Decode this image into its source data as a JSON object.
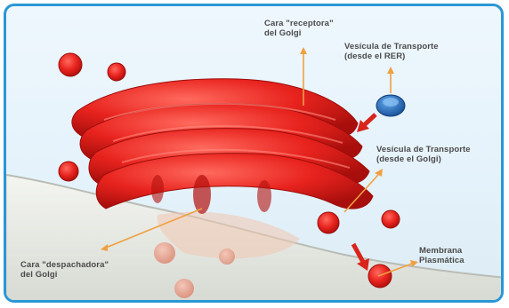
{
  "labels": {
    "receptora": {
      "line1": "Cara \"receptora\"",
      "line2": "del Golgi"
    },
    "vesicula_rer": {
      "line1": "Vesícula de Transporte",
      "line2": "(desde el RER)"
    },
    "vesicula_golgi": {
      "line1": "Vesícula de Transporte",
      "line2": "(desde el Golgi)"
    },
    "despachadora": {
      "line1": "Cara \"despachadora\"",
      "line2": "del Golgi"
    },
    "membrana": {
      "line1": "Membrana",
      "line2": "Plasmática"
    }
  },
  "colors": {
    "border": "#2a97d6",
    "golgi": "#e8231e",
    "golgi_dark": "#b3100d",
    "vesicle_blue": "#1f6fc8",
    "arrow": "#f0a040",
    "membrane": "#e9ebe6"
  }
}
